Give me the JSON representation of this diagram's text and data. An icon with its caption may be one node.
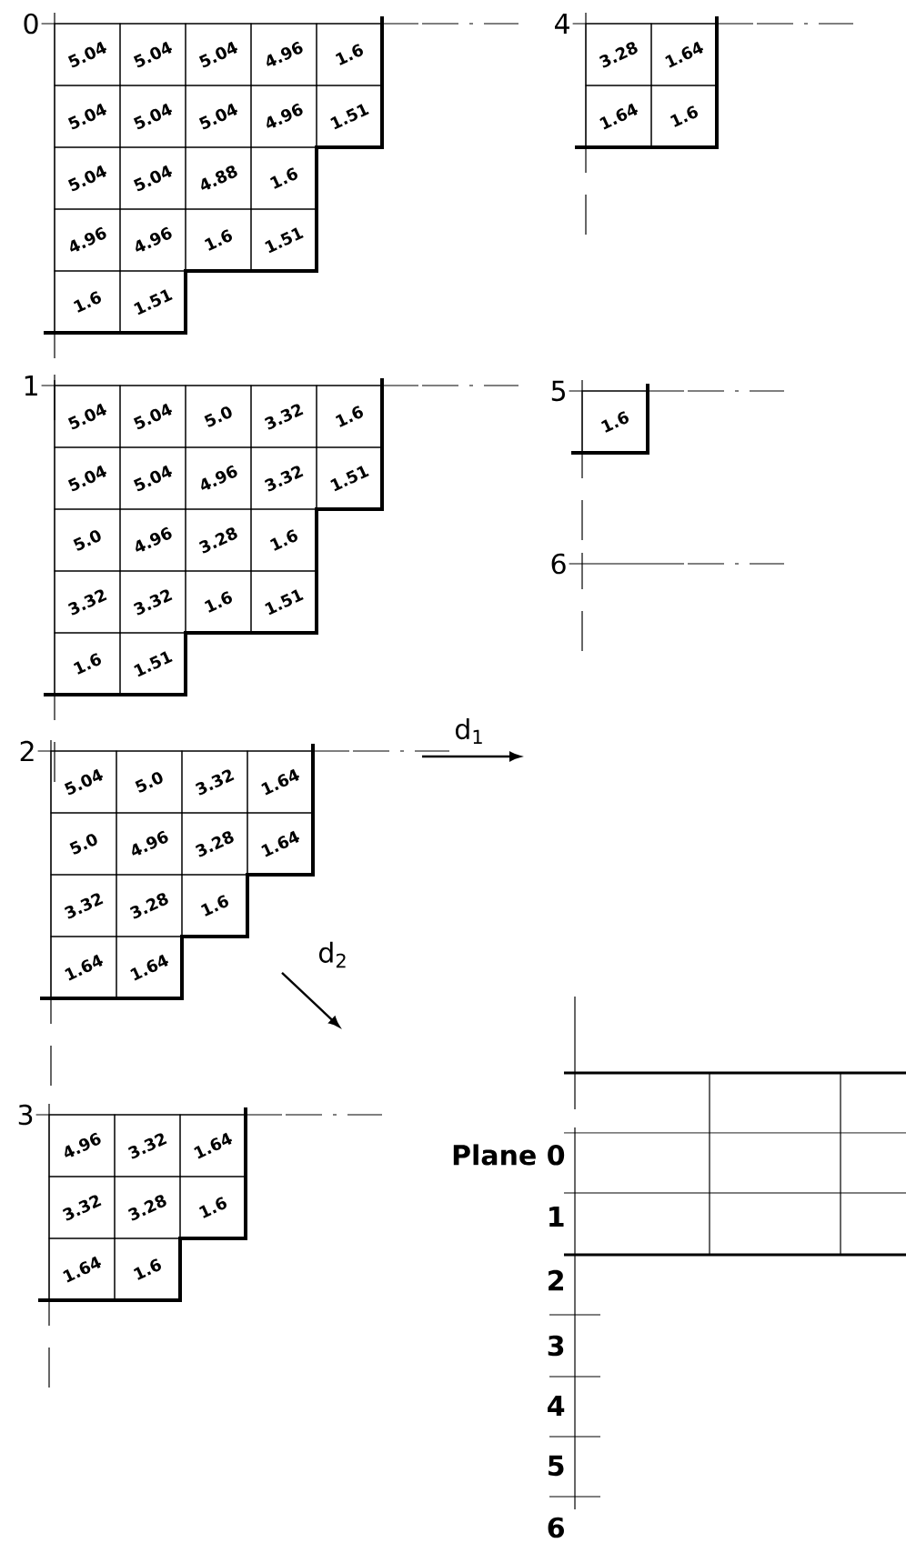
{
  "diagram": {
    "labels": [
      "0",
      "5.04",
      "5.04",
      "5.04",
      "4.96",
      "1.6",
      "5.04",
      "5.04",
      "5.04",
      "4.96",
      "1.51",
      "5.04",
      "5.04",
      "4.88",
      "1.6",
      "4.96",
      "4.96",
      "1.6",
      "1.51",
      "1.6",
      "1.51",
      "1",
      "5.04",
      "5.04",
      "5.0",
      "3.32",
      "1.6",
      "5.04",
      "5.04",
      "4.96",
      "3.32",
      "1.51",
      "5.0",
      "4.96",
      "3.28",
      "1.6",
      "3.32",
      "3.32",
      "1.6",
      "1.51",
      "1.6",
      "1.51",
      "2",
      "5.04",
      "5.0",
      "3.32",
      "1.64",
      "5.0",
      "4.96",
      "3.28",
      "1.64",
      "3.32",
      "3.28",
      "1.6",
      "1.64",
      "1.64",
      "3",
      "4.96",
      "3.32",
      "1.64",
      "3.32",
      "3.28",
      "1.6",
      "1.64",
      "1.6",
      "4",
      "3.28",
      "1.64",
      "1.64",
      "1.6",
      "5",
      "1.6",
      "6",
      "d$_{1}$",
      "d$_{2}$",
      "Plane 0",
      "1",
      "2",
      "3",
      "4",
      "5",
      "6"
    ]
  }
}
